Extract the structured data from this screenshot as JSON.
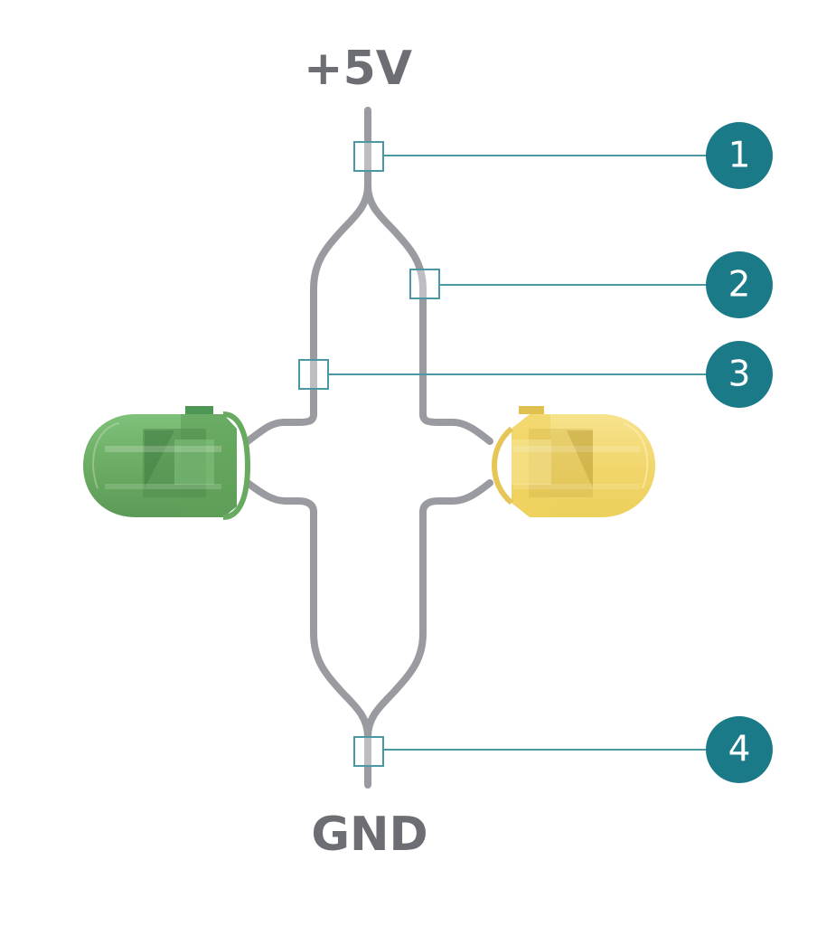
{
  "labels": {
    "supply": "+5V",
    "ground": "GND"
  },
  "callouts": [
    {
      "number": "1",
      "name": "callout-1"
    },
    {
      "number": "2",
      "name": "callout-2"
    },
    {
      "number": "3",
      "name": "callout-3"
    },
    {
      "number": "4",
      "name": "callout-4"
    }
  ],
  "components": {
    "left_led": {
      "color": "green"
    },
    "right_led": {
      "color": "yellow"
    }
  },
  "colors": {
    "wire": "#9a9ba0",
    "callout_badge": "#1b7a88",
    "callout_line": "#4a98a3",
    "label_text": "#6d6e73",
    "led_green": "#76b46a",
    "led_yellow": "#f3db78"
  }
}
